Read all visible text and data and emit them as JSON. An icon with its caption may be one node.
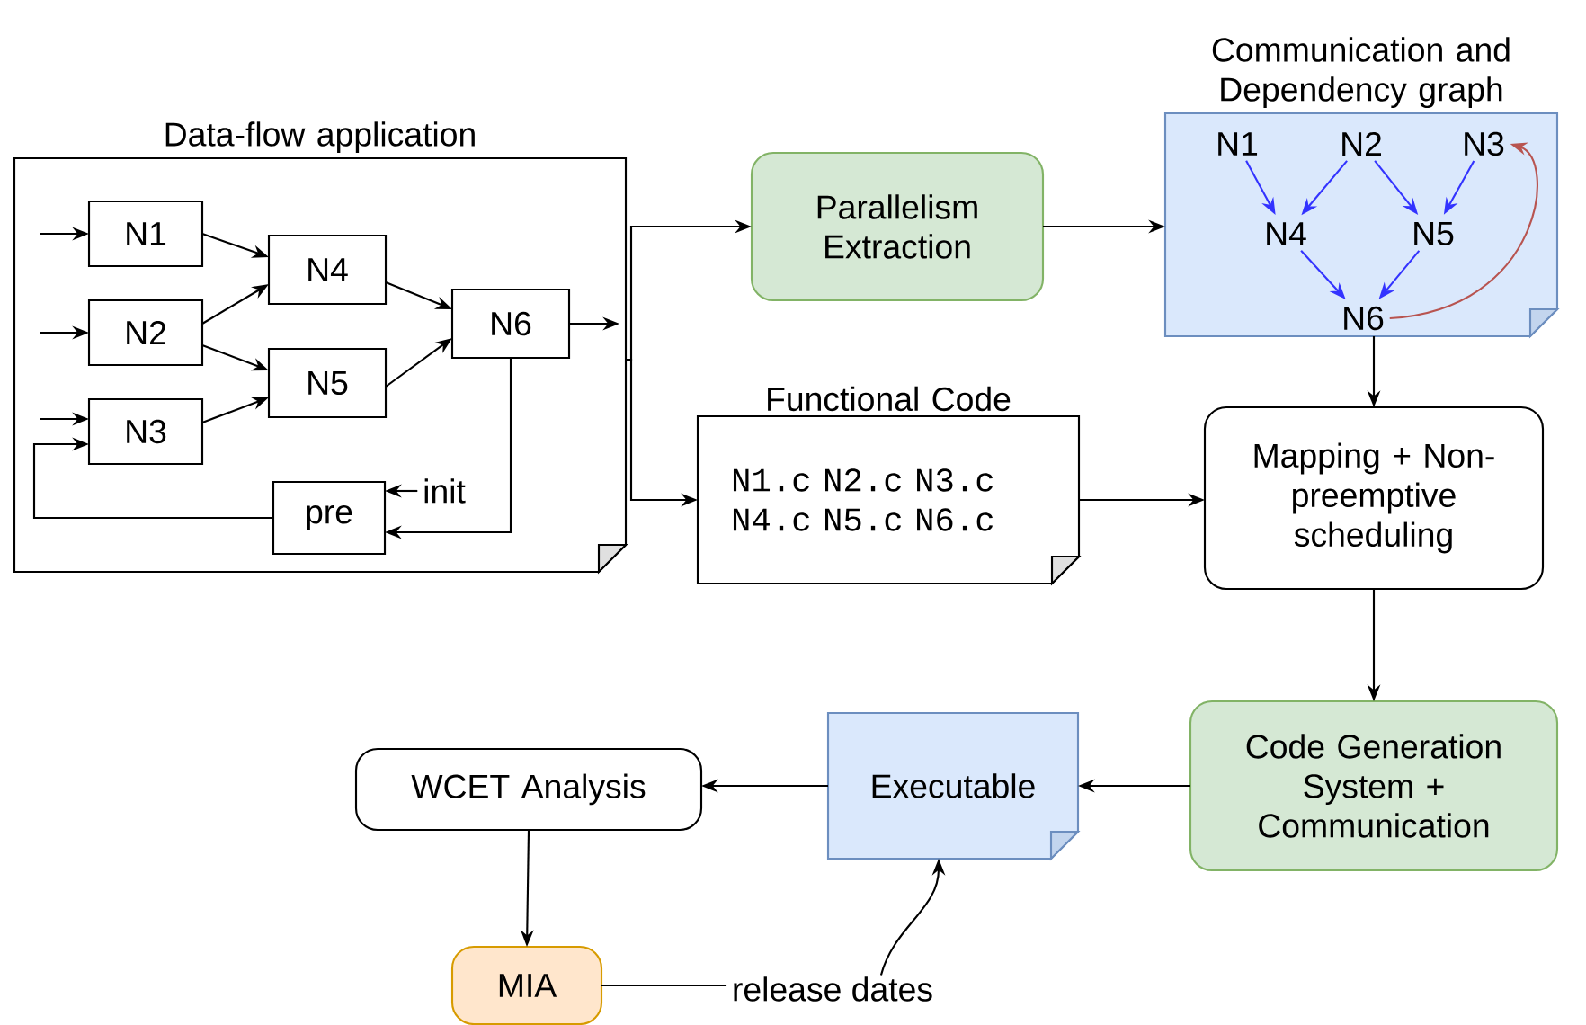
{
  "diagram": {
    "nodes": [
      {
        "text": [
          "Data-flow application"
        ]
      },
      {
        "text": [
          "N1"
        ],
        "in": 0
      },
      {
        "text": [
          "N2"
        ],
        "in": 0
      },
      {
        "text": [
          "N3"
        ],
        "in": 0
      },
      {
        "text": [
          "N4"
        ],
        "in": 0
      },
      {
        "text": [
          "N5"
        ],
        "in": 0
      },
      {
        "text": [
          "N6"
        ],
        "in": 0
      },
      {
        "text": [
          "pre"
        ],
        "in": 0
      },
      {
        "text": [
          "init"
        ],
        "in": 0
      },
      {
        "text": [
          "Parallelism Extraction"
        ]
      },
      {
        "text": [
          "Communication and Dependency graph"
        ]
      },
      {
        "text": [
          "N1"
        ],
        "in": 10
      },
      {
        "text": [
          "N2"
        ],
        "in": 10
      },
      {
        "text": [
          "N3"
        ],
        "in": 10
      },
      {
        "text": [
          "N4"
        ],
        "in": 10
      },
      {
        "text": [
          "N5"
        ],
        "in": 10
      },
      {
        "text": [
          "N6"
        ],
        "in": 10
      },
      {
        "text": [
          "Functional Code",
          "N1.c N2.c N3.c N4.c N5.c N6.c"
        ]
      },
      {
        "text": [
          "Mapping + Non-preemptive scheduling"
        ]
      },
      {
        "text": [
          "Code Generation System + Communication"
        ]
      },
      {
        "text": [
          "Executable"
        ]
      },
      {
        "text": [
          "WCET Analysis"
        ]
      },
      {
        "text": [
          "MIA"
        ]
      },
      {
        "text": [
          "release dates"
        ]
      }
    ],
    "edges": [
      {
        "from": null,
        "to": 1,
        "arrow": "to"
      },
      {
        "from": null,
        "to": 2,
        "arrow": "to"
      },
      {
        "from": null,
        "to": 3,
        "arrow": "to"
      },
      {
        "from": 1,
        "to": 4,
        "arrow": "to"
      },
      {
        "from": 2,
        "to": 4,
        "arrow": "to"
      },
      {
        "from": 2,
        "to": 5,
        "arrow": "to"
      },
      {
        "from": 3,
        "to": 5,
        "arrow": "to"
      },
      {
        "from": 4,
        "to": 6,
        "arrow": "to"
      },
      {
        "from": 5,
        "to": 6,
        "arrow": "to"
      },
      {
        "from": 6,
        "to": null,
        "arrow": "to"
      },
      {
        "from": 6,
        "to": 7,
        "arrow": "to"
      },
      {
        "from": 8,
        "to": 7,
        "arrow": "to"
      },
      {
        "from": 7,
        "to": 3,
        "arrow": "to"
      },
      {
        "from": 0,
        "to": 9,
        "arrow": "to"
      },
      {
        "from": 0,
        "to": 17,
        "arrow": "to"
      },
      {
        "from": 9,
        "to": 10,
        "arrow": "to"
      },
      {
        "from": 10,
        "to": 18,
        "arrow": "to"
      },
      {
        "from": 17,
        "to": 18,
        "arrow": "to"
      },
      {
        "from": 18,
        "to": 19,
        "arrow": "to"
      },
      {
        "from": 19,
        "to": 20,
        "arrow": "to"
      },
      {
        "from": 20,
        "to": 21,
        "arrow": "to"
      },
      {
        "from": 21,
        "to": 22,
        "arrow": "to"
      },
      {
        "from": 22,
        "to": 23,
        "arrow": "none"
      },
      {
        "from": 23,
        "to": 20,
        "arrow": "to"
      },
      {
        "from": 11,
        "to": 14,
        "arrow": "to",
        "color": "#3333ff"
      },
      {
        "from": 12,
        "to": 14,
        "arrow": "to",
        "color": "#3333ff"
      },
      {
        "from": 12,
        "to": 15,
        "arrow": "to",
        "color": "#3333ff"
      },
      {
        "from": 13,
        "to": 15,
        "arrow": "to",
        "color": "#3333ff"
      },
      {
        "from": 14,
        "to": 16,
        "arrow": "to",
        "color": "#3333ff"
      },
      {
        "from": 15,
        "to": 16,
        "arrow": "to",
        "color": "#3333ff"
      },
      {
        "from": 16,
        "to": 13,
        "arrow": "to",
        "color": "#b85450"
      }
    ]
  }
}
